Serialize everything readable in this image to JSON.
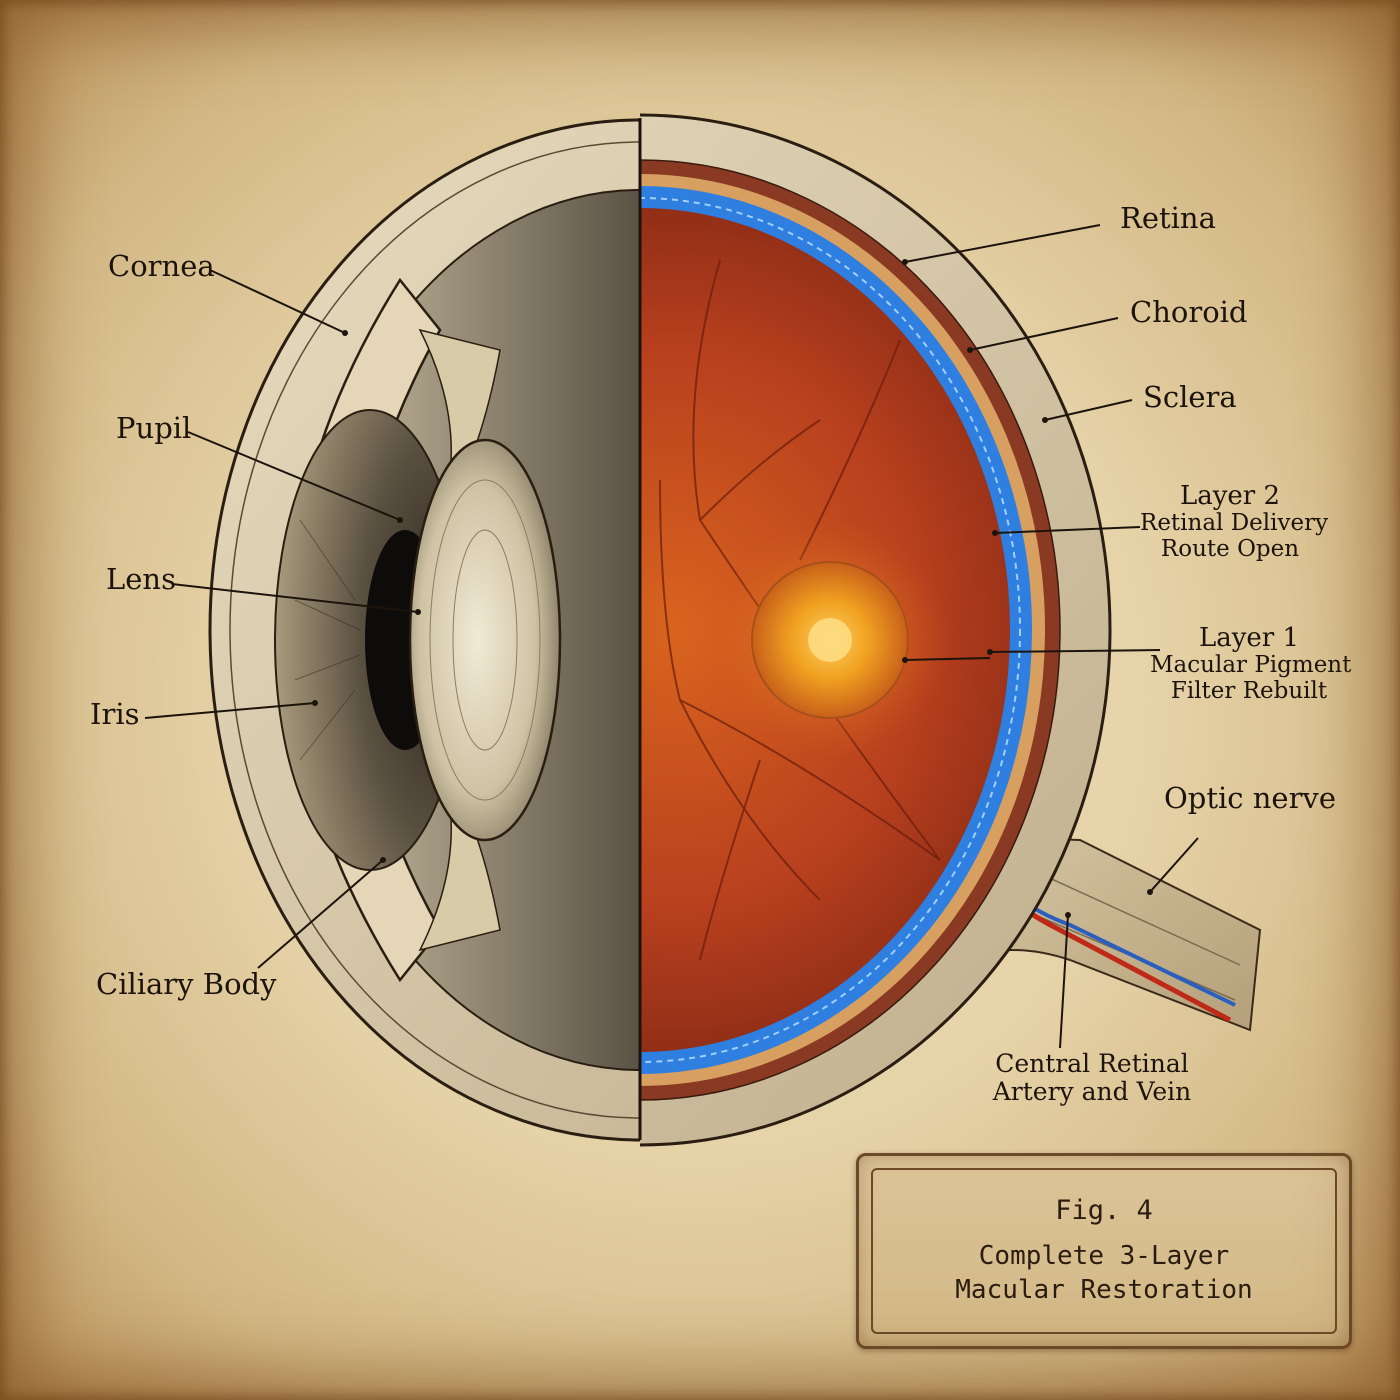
{
  "labels": {
    "cornea": "Cornea",
    "pupil": "Pupil",
    "lens": "Lens",
    "iris": "Iris",
    "ciliary_body": "Ciliary Body",
    "retina": "Retina",
    "choroid": "Choroid",
    "sclera": "Sclera",
    "layer2_title": "Layer 2",
    "layer2_line1": "Retinal Delivery",
    "layer2_line2": "Route Open",
    "layer1_title": "Layer 1",
    "layer1_line1": "Macular Pigment",
    "layer1_line2": "Filter Rebuilt",
    "optic_nerve": "Optic nerve",
    "central_line1": "Central Retinal",
    "central_line2": "Artery and Vein"
  },
  "plaque": {
    "fig": "Fig. 4",
    "line1": "Complete 3-Layer",
    "line2": "Macular Restoration"
  },
  "colors": {
    "ink": "#1c140c",
    "retina_layer": "#2f7fe0",
    "fundus": "#b8401e",
    "macula": "#f0a020",
    "choroid": "#8a3a22"
  }
}
